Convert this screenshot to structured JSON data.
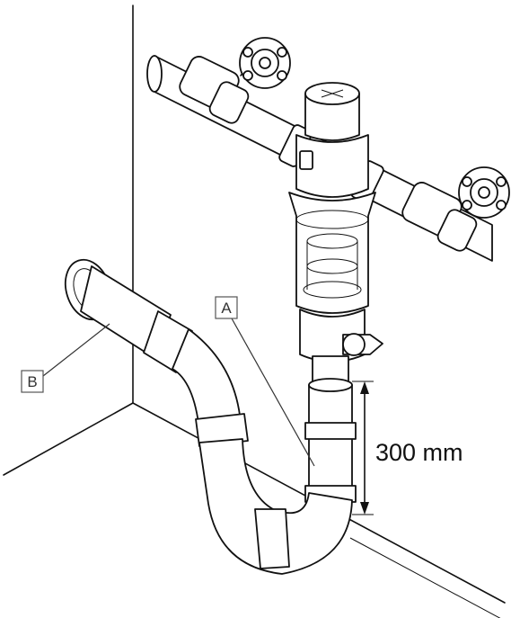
{
  "callouts": {
    "a": "A",
    "b": "B"
  },
  "dimension": {
    "label": "300 mm"
  }
}
